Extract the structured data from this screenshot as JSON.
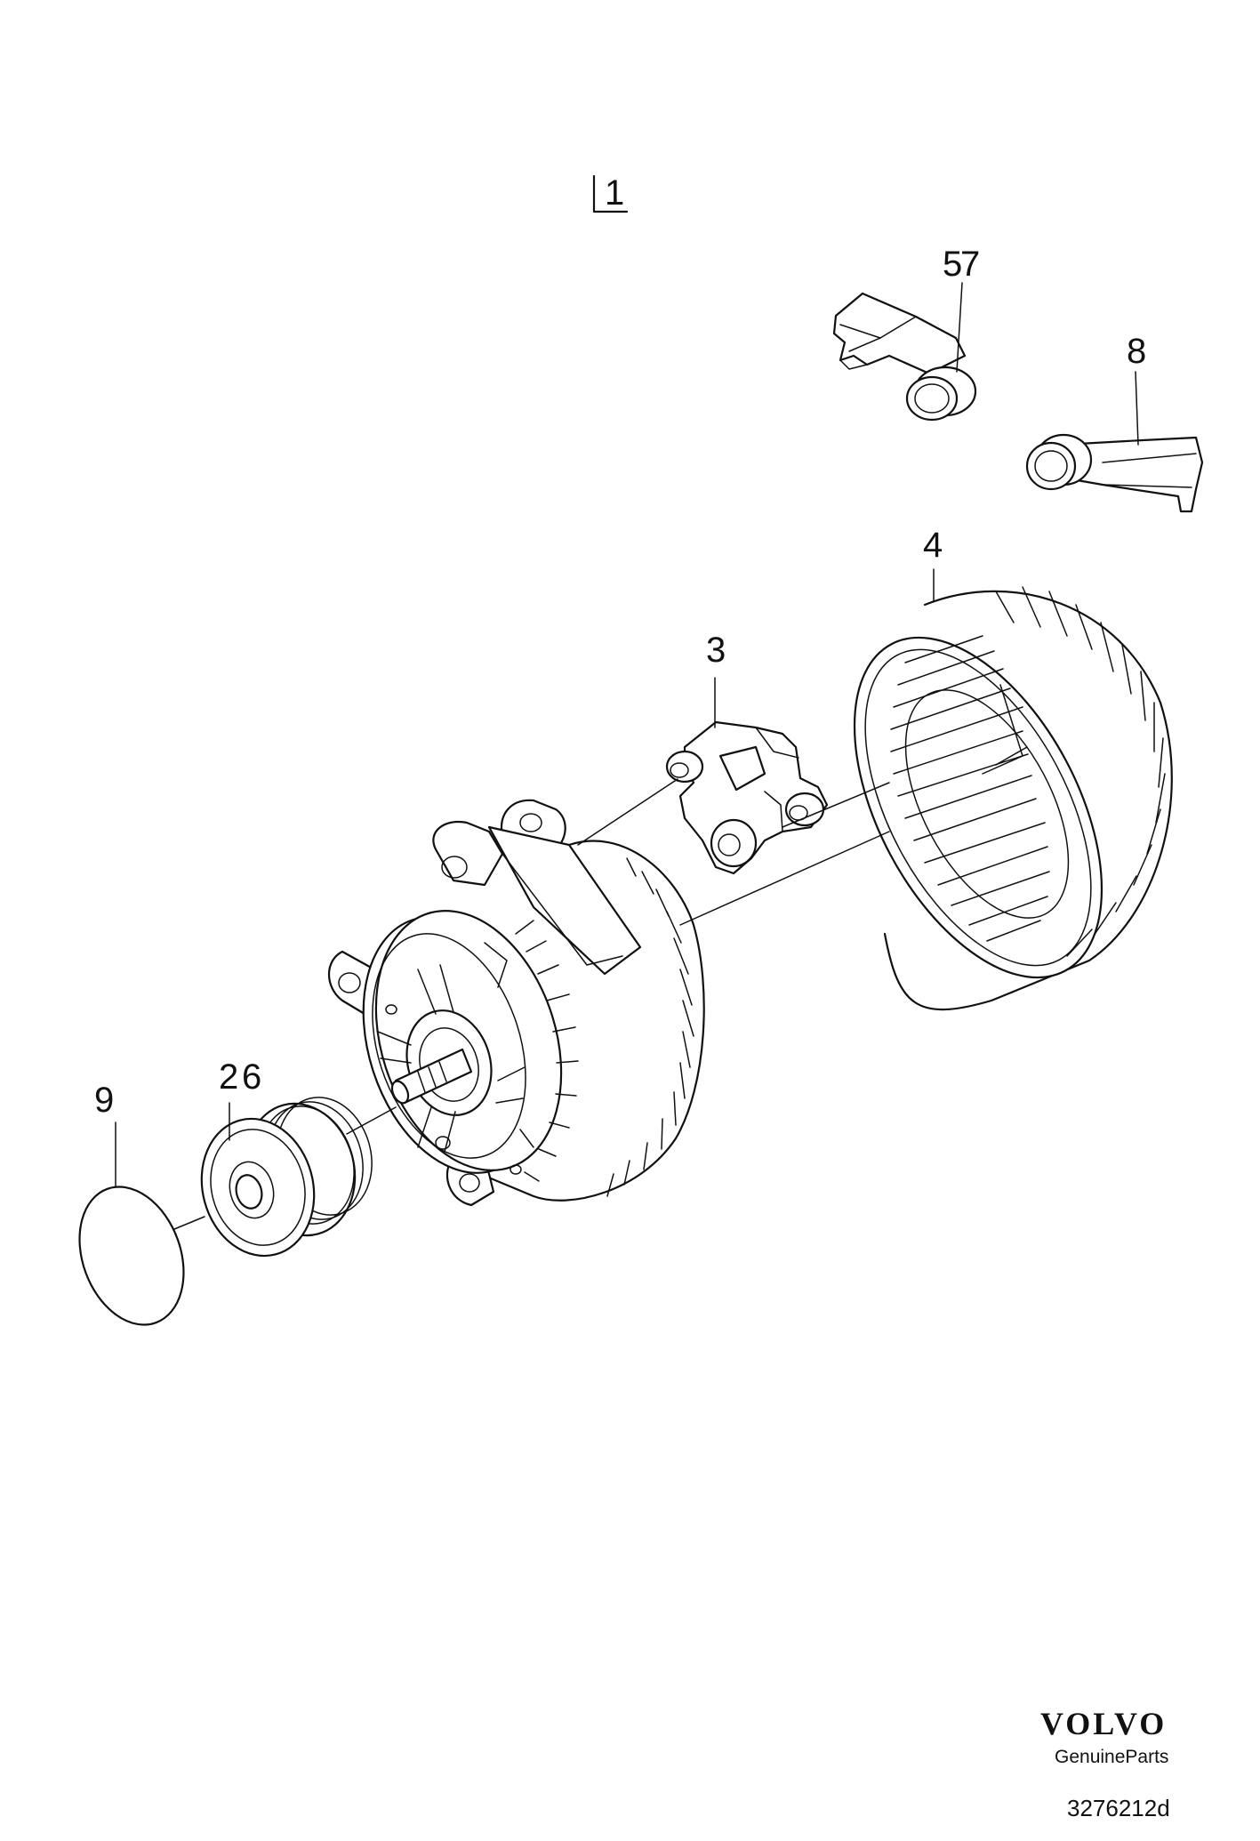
{
  "callouts": {
    "c1": "1",
    "c2": "2",
    "c3": "3",
    "c4": "4",
    "c5": "5",
    "c6": "6",
    "c7": "7",
    "c8": "8",
    "c9": "9"
  },
  "brand": {
    "logo": "VOLVO",
    "subtitle": "GenuineParts"
  },
  "diagram_ref": "3276212d"
}
